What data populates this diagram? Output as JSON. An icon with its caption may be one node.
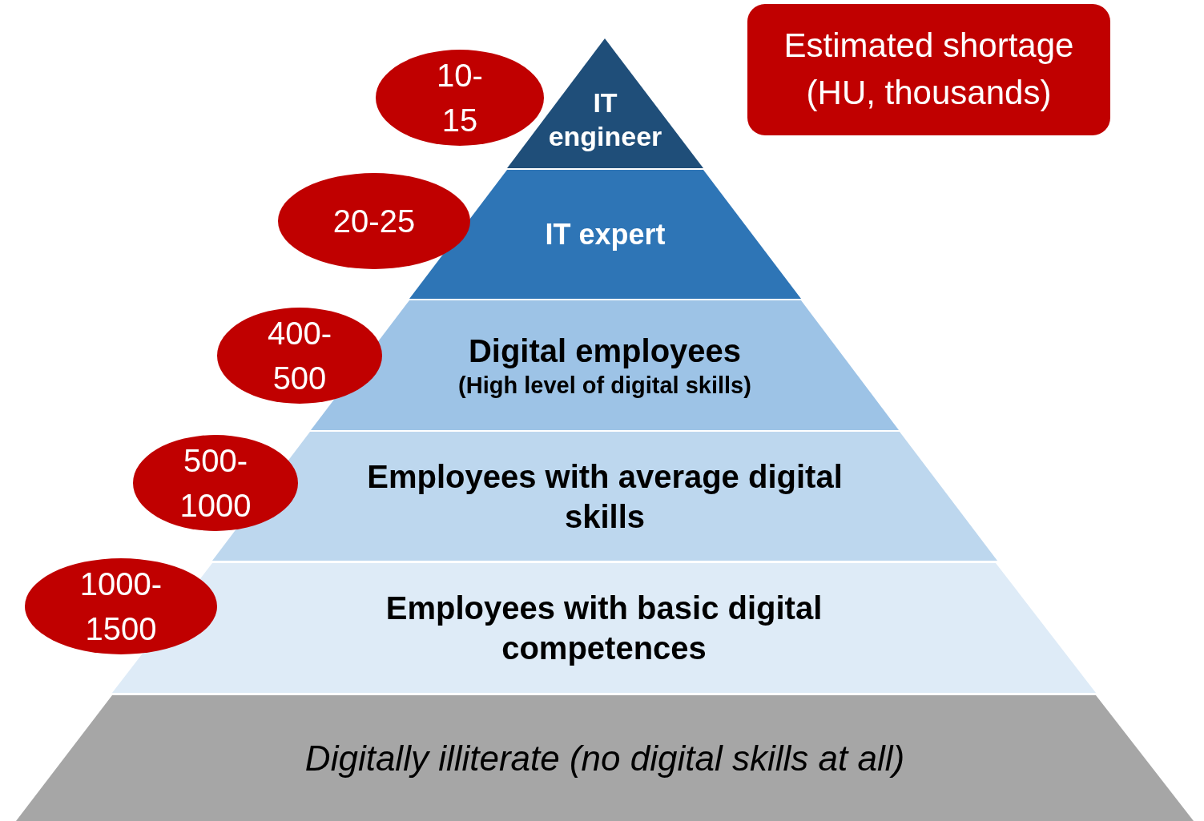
{
  "diagram": {
    "nodes": [
      {
        "text": [
          "IT engineer"
        ]
      },
      {
        "text": [
          "IT expert"
        ]
      },
      {
        "text": [
          "Digital employees",
          "(High level of digital skills)"
        ]
      },
      {
        "text": [
          "Employees with average digital skills"
        ]
      },
      {
        "text": [
          "Employees with basic digital competences"
        ]
      },
      {
        "text": [
          "Digitally illiterate (no digital skills at all)"
        ]
      },
      {
        "text": [
          "10- 15"
        ]
      },
      {
        "text": [
          "20-25"
        ]
      },
      {
        "text": [
          "400- 500"
        ]
      },
      {
        "text": [
          "500- 1000"
        ]
      },
      {
        "text": [
          "1000- 1500"
        ]
      },
      {
        "text": [
          "Estimated shortage (HU, thousands)"
        ]
      }
    ]
  }
}
